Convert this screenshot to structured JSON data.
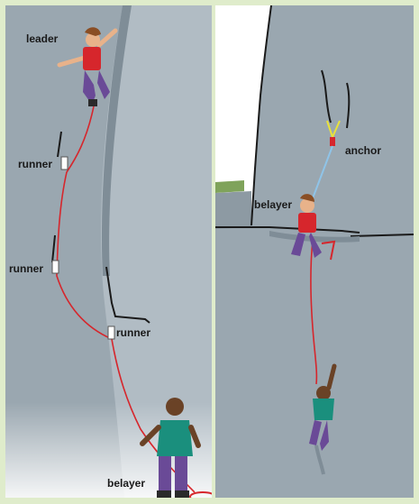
{
  "diagrams": {
    "lead_climbing": {
      "labels": {
        "leader": "leader",
        "runner_1": "runner",
        "runner_2": "runner",
        "runner_3": "runner",
        "belayer": "belayer"
      }
    },
    "top_belay": {
      "labels": {
        "anchor": "anchor",
        "belayer": "belayer"
      }
    }
  },
  "colors": {
    "frame": "#dfeccb",
    "rock": "#9aa7b0",
    "rock_shadow": "#7f8d97",
    "sky": "#ffffff",
    "rope_red": "#d6262c",
    "anchor_rope_blue": "#8fc4e8",
    "sling_yellow": "#e9e23a",
    "grass": "#7fa35b",
    "leader_shirt": "#d6262c",
    "climber_shirt_teal": "#1a8f7d",
    "pants": "#6a4a97"
  }
}
